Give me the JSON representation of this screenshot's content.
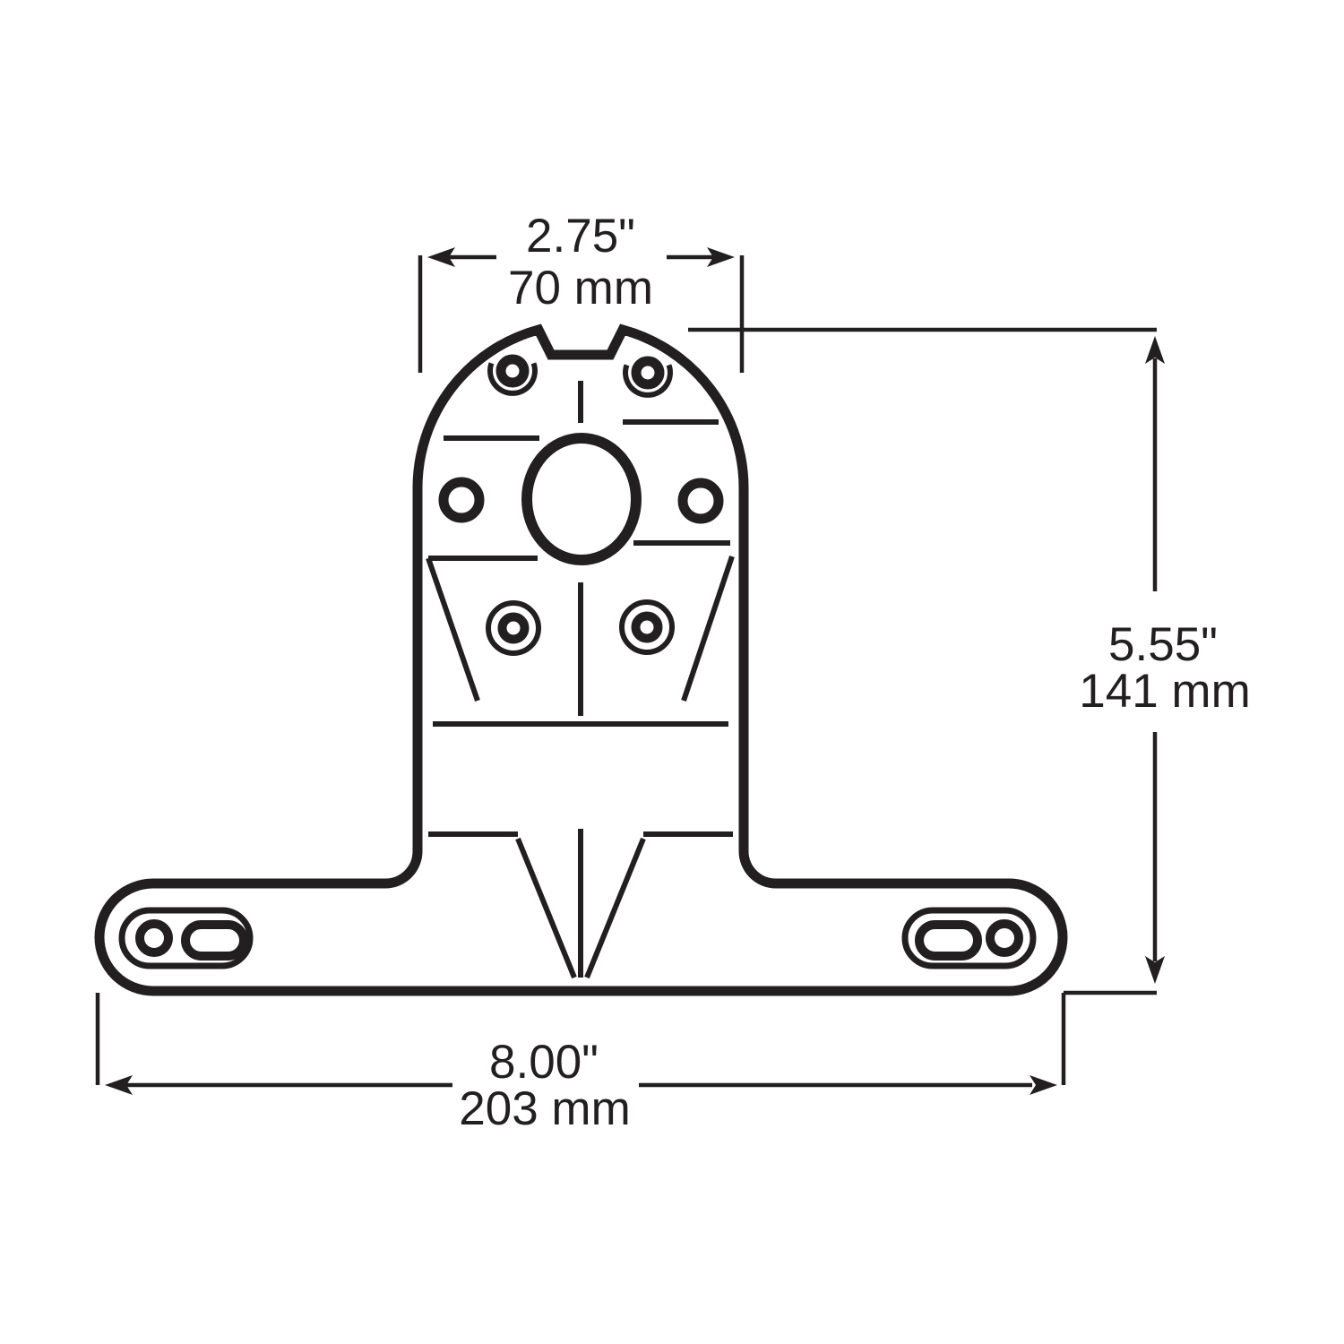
{
  "drawing": {
    "background_color": "#ffffff",
    "line_color": "#231f20"
  },
  "dimensions": {
    "top_width": {
      "inches": "2.75\"",
      "metric": "70 mm"
    },
    "overall_height": {
      "inches": "5.55\"",
      "metric": "141 mm"
    },
    "overall_width": {
      "inches": "8.00\"",
      "metric": "203 mm"
    }
  }
}
